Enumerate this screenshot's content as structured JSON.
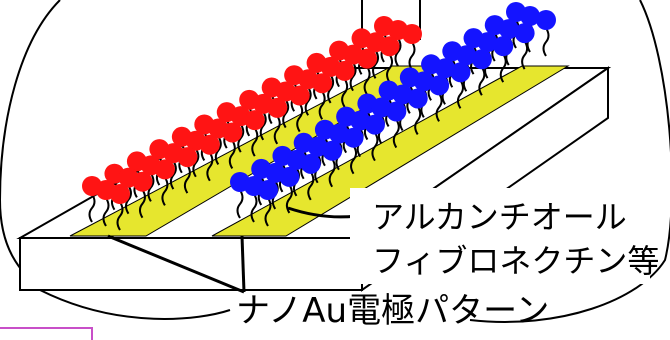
{
  "labels": {
    "alkanethiol": "アルカンチオール",
    "fibronectin": "フィブロネクチン等",
    "nano_au": "ナノAu電極パターン"
  },
  "colors": {
    "red_head": "#ff1414",
    "blue_head": "#1414ff",
    "gold_strip": "#e6e62e",
    "substrate": "#ffffff",
    "outline": "#000000",
    "corner_mark": "#c84fc8"
  }
}
